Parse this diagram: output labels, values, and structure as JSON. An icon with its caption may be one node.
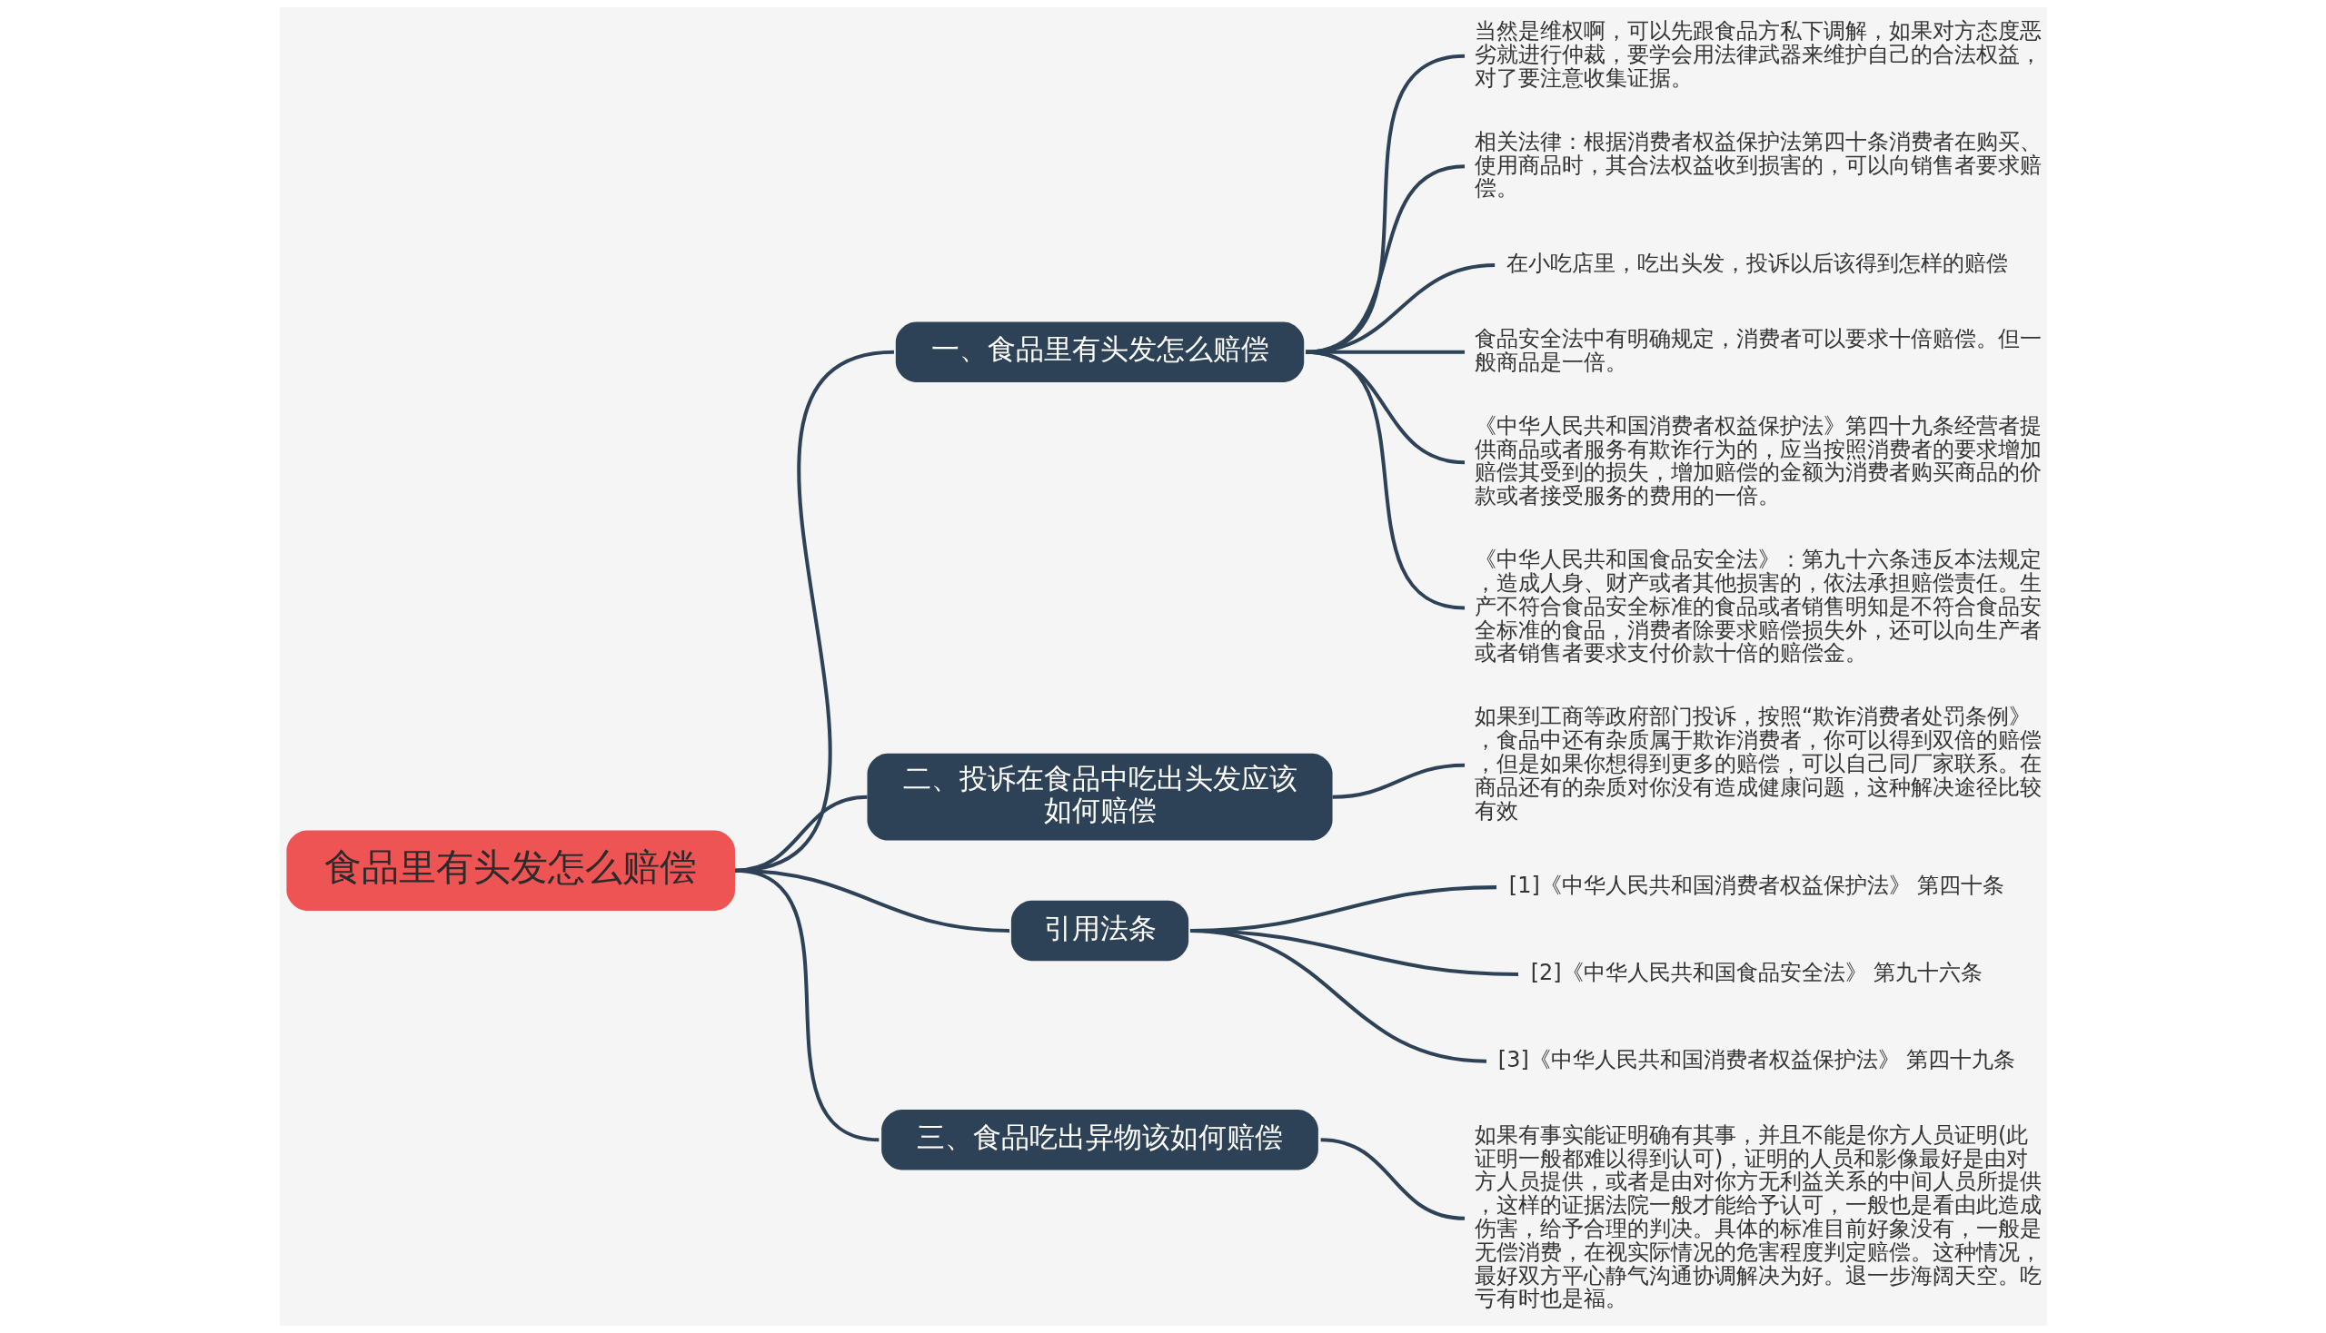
{
  "diagram": {
    "nodes": [
      {
        "text": [
          "食品里有头发怎么赔偿"
        ]
      },
      {
        "text": [
          "一、食品里有头发怎么赔偿"
        ]
      },
      {
        "text": [
          "当然是维权啊，可以先跟食品方私下调解，如果对方态度恶劣就进行仲裁，要学会用法律武器来维护自己的合法权益，对了要注意收集证据。"
        ]
      },
      {
        "text": [
          "相关法律：根据消费者权益保护法第四十条消费者在购买、使用商品时，其合法权益收到损害的，可以向销售者要求赔偿。"
        ]
      },
      {
        "text": [
          "在小吃店里，吃出头发，投诉以后该得到怎样的赔偿"
        ]
      },
      {
        "text": [
          "食品安全法中有明确规定，消费者可以要求十倍赔偿。但一般商品是一倍。"
        ]
      },
      {
        "text": [
          "《中华人民共和国消费者权益保护法》第四十九条经营者提供商品或者服务有欺诈行为的，应当按照消费者的要求增加赔偿其受到的损失，增加赔偿的金额为消费者购买商品的价款或者接受服务的费用的一倍。"
        ]
      },
      {
        "text": [
          "《中华人民共和国食品安全法》：第九十六条违反本法规定，造成人身、财产或者其他损害的，依法承担赔偿责任。生产不符合食品安全标准的食品或者销售明知是不符合食品安全标准的食品，消费者除要求赔偿损失外，还可以向生产者或者销售者要求支付价款十倍的赔偿金。"
        ]
      },
      {
        "text": [
          "二、投诉在食品中吃出头发应该如何赔偿"
        ]
      },
      {
        "text": [
          "如果到工商等政府部门投诉，按照“欺诈消费者处罚条例》，食品中还有杂质属于欺诈消费者，你可以得到双倍的赔偿，但是如果你想得到更多的赔偿，可以自己同厂家联系。在商品还有的杂质对你没有造成健康问题，这种解决途径比较有效"
        ]
      },
      {
        "text": [
          "引用法条"
        ]
      },
      {
        "text": [
          "[1]《中华人民共和国消费者权益保护法》 第四十条"
        ]
      },
      {
        "text": [
          "[2]《中华人民共和国食品安全法》 第九十六条"
        ]
      },
      {
        "text": [
          "[3]《中华人民共和国消费者权益保护法》 第四十九条"
        ]
      },
      {
        "text": [
          "三、食品吃出异物该如何赔偿"
        ]
      },
      {
        "text": [
          "如果有事实能证明确有其事，并且不能是你方人员证明(此证明一般都难以得到认可)，证明的人员和影像最好是由对方人员提供，或者是由对你方无利益关系的中间人员所提供，这样的证据法院一般才能给予认可，一般也是看由此造成伤害，给予合理的判决。具体的标准目前好象没有，一般是无偿消费，在视实际情况的危害程度判定赔偿。这种情况，最好双方平心静气沟通协调解决为好。退一步海阔天空。吃亏有时也是福。"
        ]
      }
    ],
    "edges": [
      {
        "from": 0,
        "to": 1,
        "arrow": "none"
      },
      {
        "from": 1,
        "to": 2,
        "arrow": "none"
      },
      {
        "from": 1,
        "to": 3,
        "arrow": "none"
      },
      {
        "from": 1,
        "to": 4,
        "arrow": "none"
      },
      {
        "from": 1,
        "to": 5,
        "arrow": "none"
      },
      {
        "from": 1,
        "to": 6,
        "arrow": "none"
      },
      {
        "from": 1,
        "to": 7,
        "arrow": "none"
      },
      {
        "from": 0,
        "to": 8,
        "arrow": "none"
      },
      {
        "from": 8,
        "to": 9,
        "arrow": "none"
      },
      {
        "from": 0,
        "to": 10,
        "arrow": "none"
      },
      {
        "from": 10,
        "to": 11,
        "arrow": "none"
      },
      {
        "from": 10,
        "to": 12,
        "arrow": "none"
      },
      {
        "from": 10,
        "to": 13,
        "arrow": "none"
      },
      {
        "from": 0,
        "to": 14,
        "arrow": "none"
      },
      {
        "from": 14,
        "to": 15,
        "arrow": "none"
      }
    ]
  }
}
